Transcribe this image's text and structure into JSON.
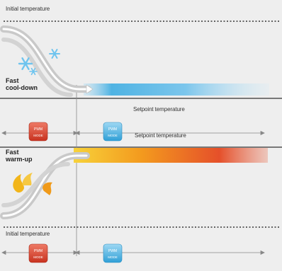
{
  "labels": {
    "initial_temperature_top": "Initial temperature",
    "fast_cool_down_line1": "Fast",
    "fast_cool_down_line2": "cool-down",
    "setpoint_temperature_1": "Setpoint temperature",
    "setpoint_temperature_2": "Setpoint temperature",
    "fast_warm_up_line1": "Fast",
    "fast_warm_up_line2": "warm-up",
    "initial_temperature_bottom": "Initial temperature"
  },
  "badges": {
    "pwm_text": "PWM",
    "mode_text": "MODE"
  },
  "colors": {
    "background": "#eeeeee",
    "cool": "#4fb3e3",
    "warm_start": "#f5c21c",
    "warm_end": "#e0401a",
    "red_badge": "#d6402f",
    "blue_badge": "#43aee0",
    "snow": "#6fc4ee",
    "flame": "#f2b51a"
  },
  "icons": [
    "snowflake-icon",
    "flame-icon"
  ]
}
